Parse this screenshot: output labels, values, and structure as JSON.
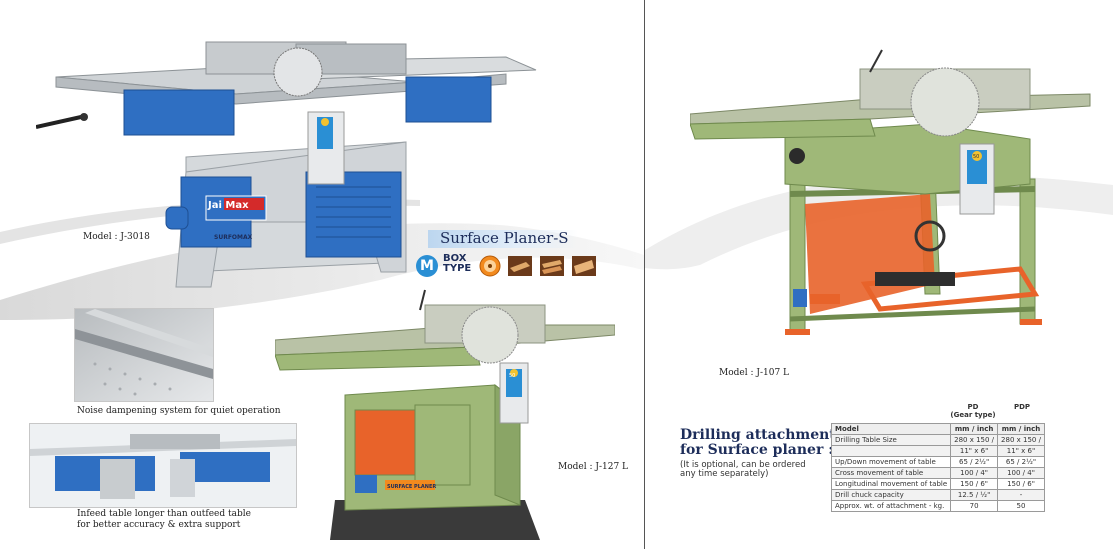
{
  "product_title": "Surface Planer-S",
  "icons": {
    "m_badge": "M",
    "box_type": [
      "BOX",
      "TYPE"
    ],
    "saw_icon": "circular-saw-icon",
    "wood_icons": [
      "wood-plank-icon",
      "wood-stack-icon",
      "wood-board-icon"
    ]
  },
  "models": {
    "j3018": "Model : J-3018",
    "j127l": "Model : J-127 L",
    "j107l": "Model : J-107 L"
  },
  "machine_branding": {
    "brand": "Jai Max",
    "surfomax": "SURFOMAX",
    "surface_planer_plate": "SURFACE PLANER",
    "badge_50": "50"
  },
  "feature_captions": {
    "noise": "Noise dampening system for quiet operation",
    "infeed_line1": "Infeed table longer than outfeed table",
    "infeed_line2": "for better accuracy & extra support"
  },
  "drilling": {
    "title_line1": "Drilling attachment",
    "title_line2": "for Surface planer :",
    "note_line1": "(It is optional, can be ordered",
    "note_line2": "any time separately)"
  },
  "spec_table": {
    "col_pd": [
      "PD",
      "(Gear type)"
    ],
    "col_pdp": "PDP",
    "header": [
      "Model",
      "mm / inch",
      "mm / inch"
    ],
    "rows": [
      [
        "Drilling Table Size",
        "280 x 150 /",
        "280 x 150 /"
      ],
      [
        "",
        "11\" x 6\"",
        "11\" x 6\""
      ],
      [
        "Up/Down movement of table",
        "65 / 2½\"",
        "65 / 2½\""
      ],
      [
        "Cross movement of table",
        "100 / 4\"",
        "100 / 4\""
      ],
      [
        "Longitudinal movement of table",
        "150 / 6\"",
        "150 / 6\""
      ],
      [
        "Drill chuck capacity",
        "12.5 / ½\"",
        "-"
      ],
      [
        "Approx. wt. of attachment - kg.",
        "70",
        "50"
      ]
    ]
  },
  "colors": {
    "blue_machine": "#2f6fc2",
    "green_machine": "#9fb878",
    "orange_guard": "#e8632a",
    "title_navy": "#1d2d5a",
    "m_icon_blue": "#2a8fd4"
  }
}
